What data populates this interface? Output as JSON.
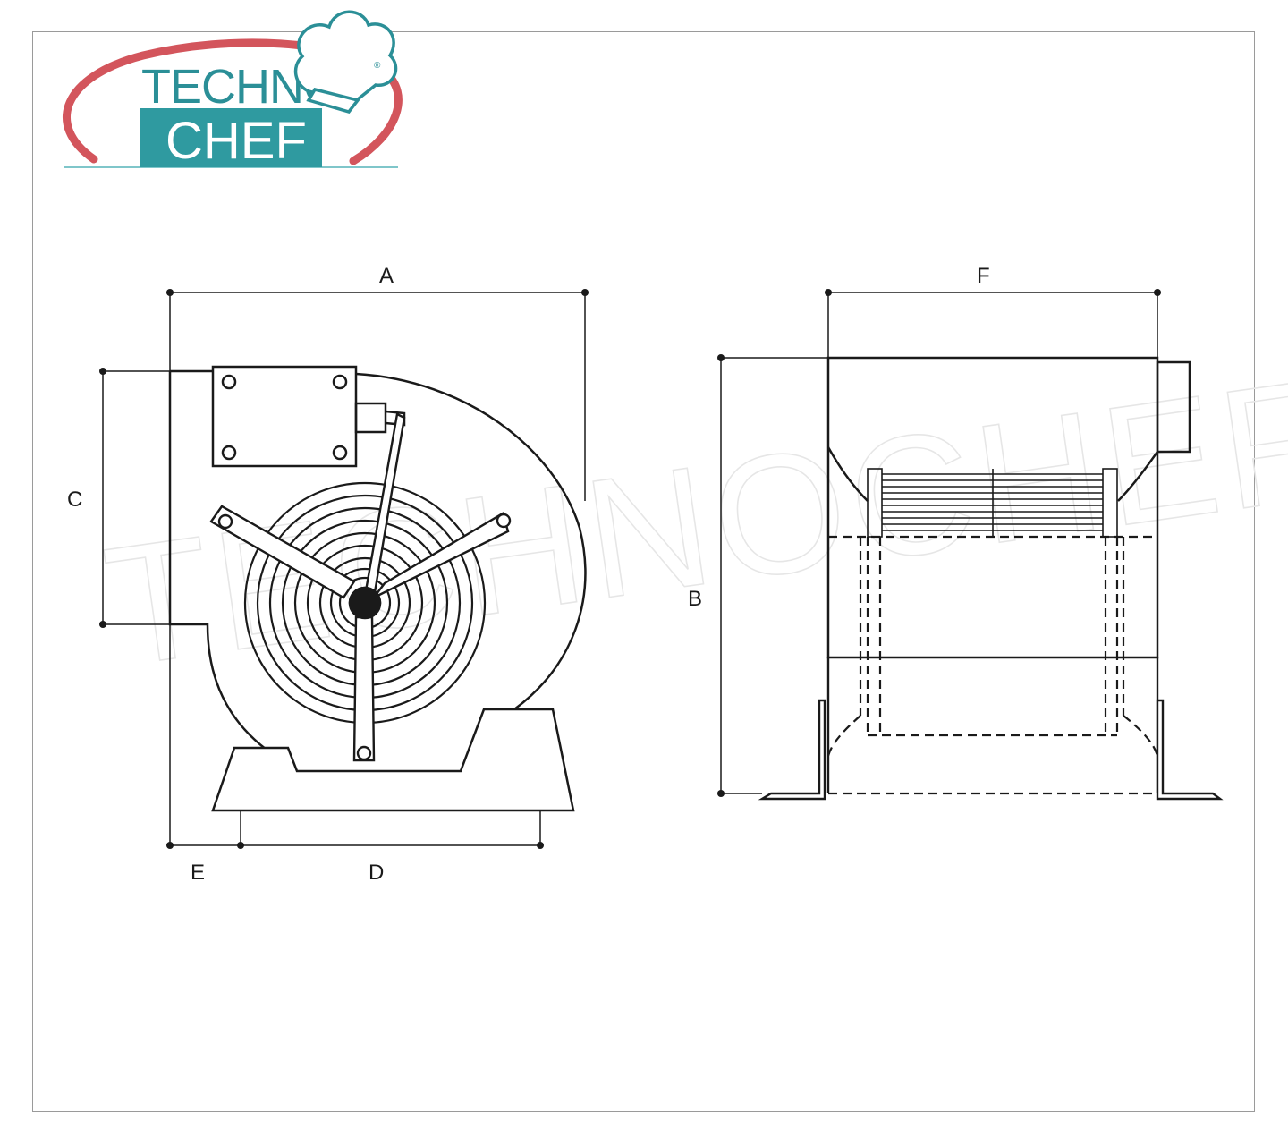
{
  "logo": {
    "line1": "TECHNO",
    "line2": "CHEF",
    "registered": "®",
    "colors": {
      "teal": "#2f9aa0",
      "arc": "#d3555c",
      "chef_outline": "#2b8f97"
    }
  },
  "watermark": "TECHNOCHEF.IT",
  "dimensions": {
    "A": "A",
    "B": "B",
    "C": "C",
    "D": "D",
    "E": "E",
    "F": "F"
  },
  "colors": {
    "line": "#1a1a1a",
    "frame": "#9a9a9a"
  }
}
